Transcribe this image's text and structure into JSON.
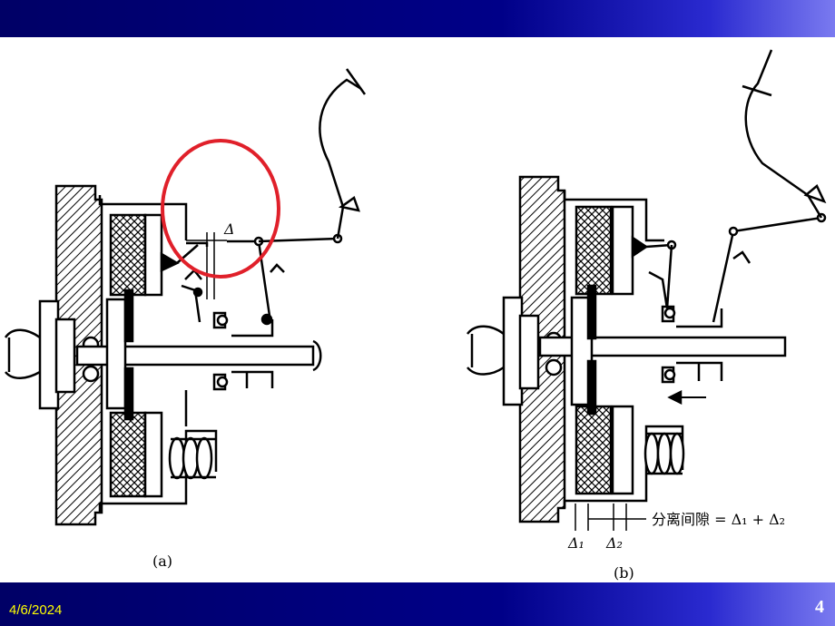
{
  "slide": {
    "date": "4/6/2024",
    "page_number": "4"
  },
  "diagram": {
    "label_a": "(a)",
    "label_b": "(b)",
    "delta": "Δ",
    "delta1": "Δ₁",
    "delta2": "Δ₂",
    "gap_label": "分离间隙 = Δ₁ + Δ₂",
    "highlight_color": "#e0202a"
  }
}
